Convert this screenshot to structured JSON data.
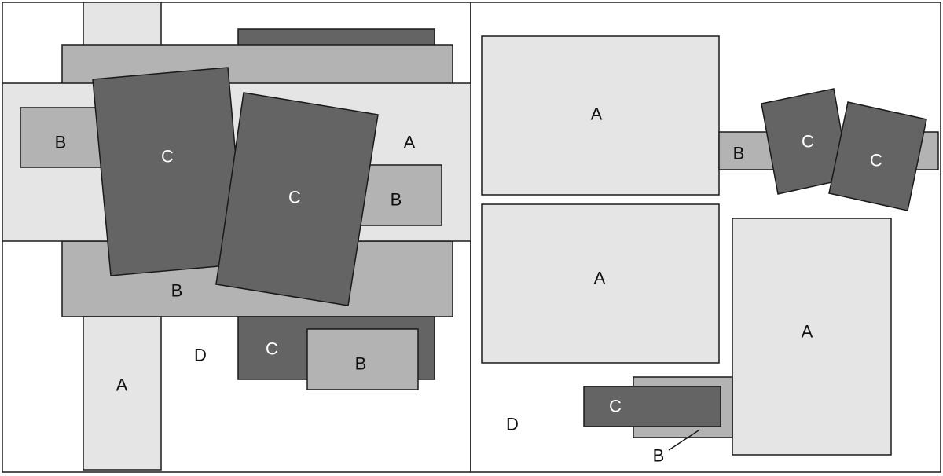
{
  "colors": {
    "A": "#e5e5e5",
    "B": "#b3b3b3",
    "C": "#646464",
    "D": "#ffffff",
    "stroke": "#1a1a1a"
  },
  "labels": {
    "A": "A",
    "B": "B",
    "C": "C",
    "D": "D"
  }
}
